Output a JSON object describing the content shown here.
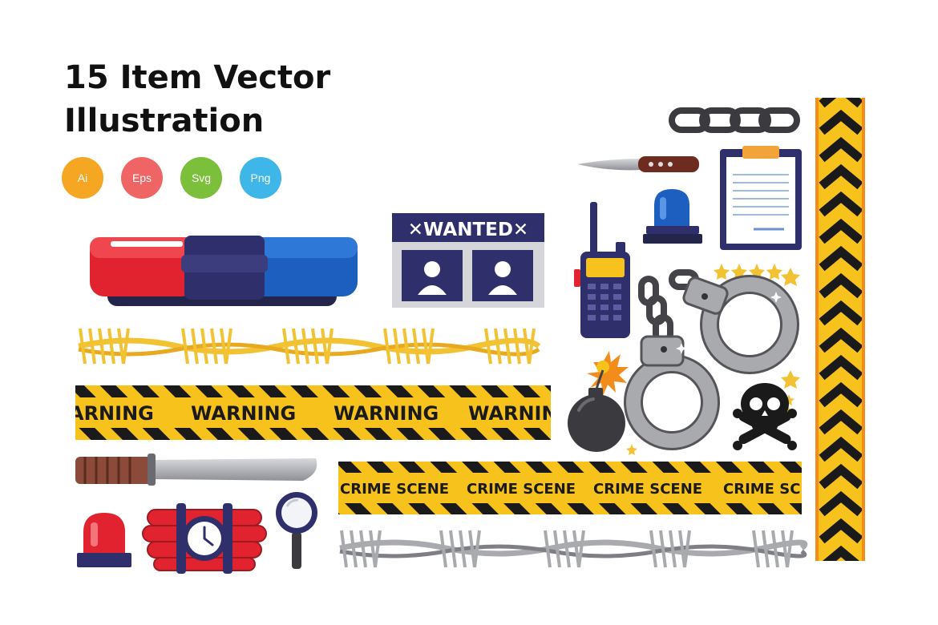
{
  "title": {
    "line1": "15 Item Vector",
    "line2": "Illustration"
  },
  "formats": [
    {
      "label": "Ai",
      "color": "#F5A623"
    },
    {
      "label": "Eps",
      "color": "#EF6464"
    },
    {
      "label": "Svg",
      "color": "#7BBF3A"
    },
    {
      "label": "Png",
      "color": "#3FB6E8"
    }
  ],
  "wanted_poster": {
    "label": "✕WANTED✕"
  },
  "warning_tape": {
    "w1": "ARNING",
    "w2": "WARNING",
    "w3": "WARNING",
    "w4": "WARNIN"
  },
  "crime_tape": {
    "c1": "CRIME  SCENE",
    "c2": "CRIME  SCENE",
    "c3": "CRIME  SCENE",
    "c4": "CRIME  SCE"
  },
  "colors": {
    "tape_yellow": "#F6C21B",
    "police_red": "#E0232E",
    "police_blue": "#1C5FBF",
    "navy": "#2E2F6B",
    "gold": "#F2C233",
    "steel": "#A9AAAE"
  },
  "icons": [
    "police-light-bar-icon",
    "wanted-poster-icon",
    "chain-icon",
    "knife-icon",
    "walkie-talkie-icon",
    "siren-icon",
    "clipboard-icon",
    "handcuffs-icon",
    "bomb-icon",
    "skull-crossbones-icon",
    "barbed-wire-icon",
    "machete-icon",
    "dynamite-icon",
    "magnifier-icon"
  ]
}
